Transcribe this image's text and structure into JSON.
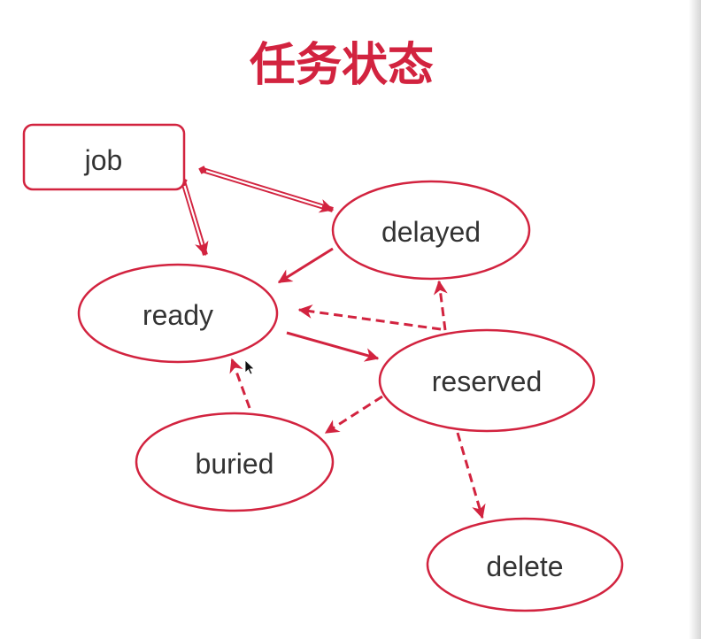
{
  "title": "任务状态",
  "nodes": {
    "job": "job",
    "delayed": "delayed",
    "ready": "ready",
    "reserved": "reserved",
    "buried": "buried",
    "delete": "delete"
  },
  "colors": {
    "accent": "#d2233f",
    "text": "#333333",
    "background": "#ffffff"
  }
}
